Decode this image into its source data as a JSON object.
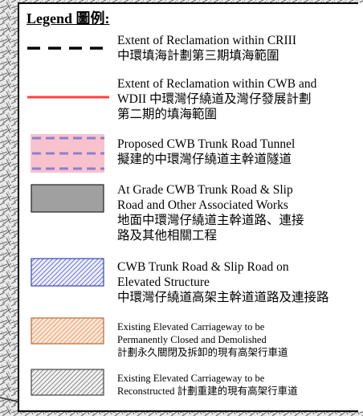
{
  "legend": {
    "title": "Legend 圖例:",
    "items": [
      {
        "symbol": "black-dashed-line",
        "color": "#000000",
        "lines": [
          "Extent of Reclamation within CRIII",
          "中環填海計劃第三期填海範圍"
        ]
      },
      {
        "symbol": "red-solid-line",
        "color": "#ff4040",
        "lines": [
          "Extent of Reclamation within CWB and",
          "WDII  中環灣仔繞道及灣仔發展計劃",
          "第二期的填海範圍"
        ]
      },
      {
        "symbol": "pink-box-with-purple-dashes",
        "color": "#f8c2cc",
        "accent": "#8a7fd6",
        "lines": [
          "Proposed CWB Trunk Road Tunnel",
          "擬建的中環灣仔繞道主幹道隧道"
        ]
      },
      {
        "symbol": "grey-filled-box",
        "color": "#a0a0a0",
        "lines": [
          "At Grade CWB Trunk Road & Slip",
          "Road and Other Associated Works",
          "地面中環灣仔繞道主幹道路、連接",
          "路及其他相關工程"
        ]
      },
      {
        "symbol": "blue-hatched-box",
        "color": "#4a56cc",
        "lines": [
          "CWB Trunk Road & Slip Road on",
          "Elevated Structure",
          "中環灣仔繞道高架主幹道道路及連接路"
        ]
      },
      {
        "symbol": "orange-hatched-box",
        "color": "#e08a55",
        "lines": [
          "Existing Elevated Carriageway to be",
          "Permanently Closed and Demolished",
          "計劃永久關閉及拆卸的現有高架行車道"
        ]
      },
      {
        "symbol": "grey-hatched-box",
        "color": "#707070",
        "lines": [
          "Existing Elevated Carriageway to be",
          "Reconstructed 計劃重建的現有高架行車道"
        ]
      }
    ]
  }
}
